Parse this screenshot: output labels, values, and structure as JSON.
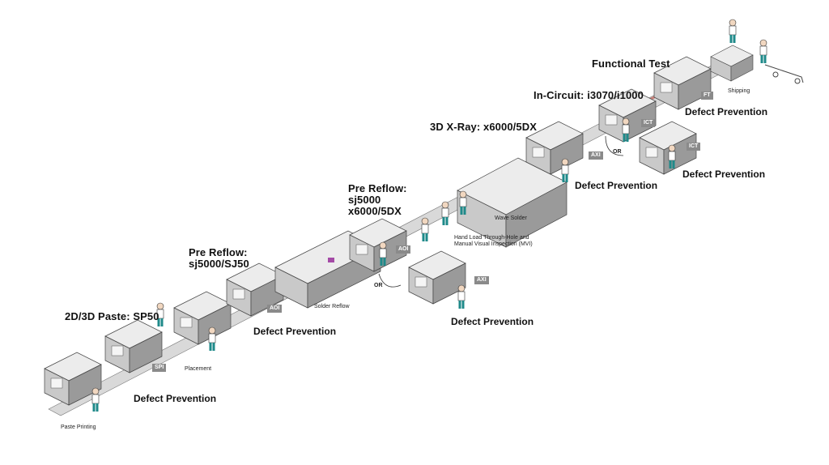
{
  "stations": {
    "paste_printing": "Paste Printing",
    "placement": "Placement",
    "solder_reflow": "Solder Reflow",
    "wave_solder": "Wave Solder",
    "hand_load_line1": "Hand Load Through-Hole and",
    "hand_load_line2": "Manual Visual Inspection (MVI)",
    "shipping": "Shipping"
  },
  "titles": {
    "paste_2d3d": "2D/3D Paste: SP50",
    "pre_reflow1_line1": "Pre Reflow:",
    "pre_reflow1_line2": "sj5000/SJ50",
    "pre_reflow2_line1": "Pre Reflow:",
    "pre_reflow2_line2": "sj5000",
    "pre_reflow2_line3": "x6000/5DX",
    "xray": "3D X-Ray: x6000/5DX",
    "in_circuit": "In-Circuit: i3070/i1000",
    "functional": "Functional Test"
  },
  "defect_prevention": "Defect Prevention",
  "or_label": "OR",
  "tags": {
    "spi": "SPI",
    "aoi": "AOI",
    "axi": "AXI",
    "ict": "ICT",
    "ft": "FT"
  },
  "colors": {
    "conveyor": "#d9d9d9",
    "machine_light": "#ececec",
    "machine_mid": "#c9c9c9",
    "machine_dark": "#9a9a9a",
    "red_accent": "#c0392b",
    "teal_worker": "#1f8a8a",
    "tag_gray": "#8a8a8a"
  }
}
